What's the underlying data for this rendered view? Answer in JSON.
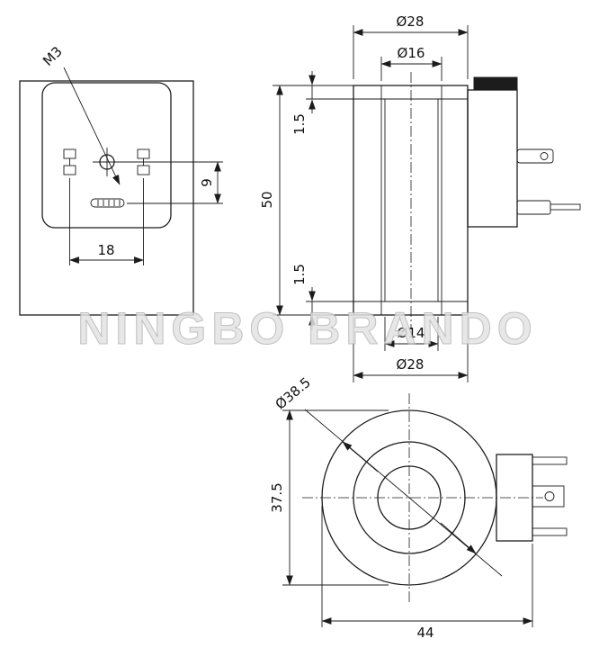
{
  "drawing": {
    "watermark": "NINGBO BRANDO",
    "front_view": {
      "thread_label": "M3",
      "hole_to_slot_distance": "9",
      "terminal_spacing": "18"
    },
    "side_view": {
      "top_outer_diameter": "Ø28",
      "top_inner_diameter": "Ø16",
      "top_flange_thickness": "1.5",
      "overall_height": "50",
      "bottom_flange_thickness": "1.5",
      "bottom_inner_diameter": "Ø14",
      "bottom_outer_diameter": "Ø28"
    },
    "bottom_view": {
      "outer_diameter": "Ø38.5",
      "body_height": "37.5",
      "overall_width": "44"
    },
    "colors": {
      "line": "#1c1c1c",
      "watermark": "#e3e3e3",
      "background": "#ffffff"
    }
  }
}
